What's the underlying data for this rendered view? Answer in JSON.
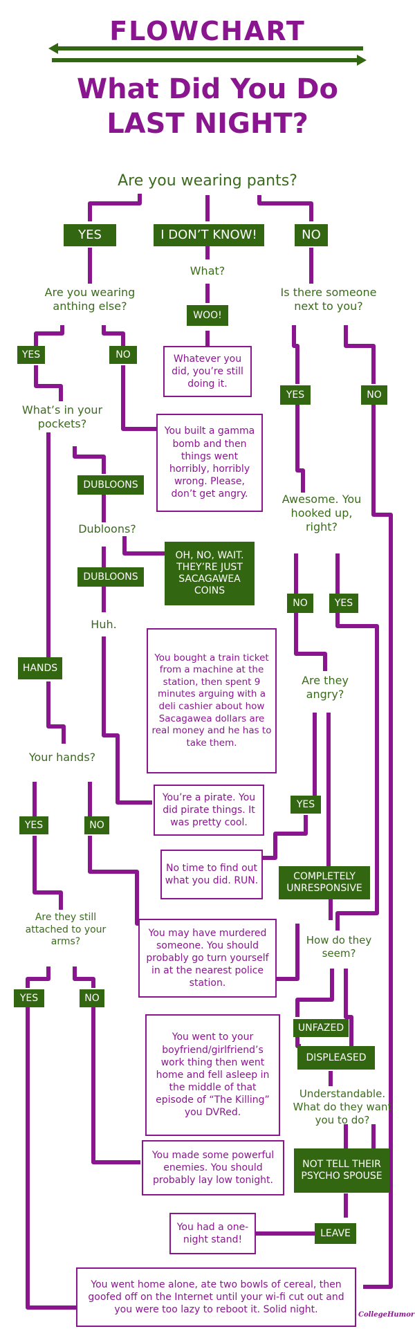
{
  "header": {
    "title": "FLOWCHART",
    "subtitle_line1": "What Did You Do",
    "subtitle_line2": "LAST NIGHT?"
  },
  "questions": {
    "pants": "Are you wearing pants?",
    "what": "What?",
    "wearing_else": "Are you wearing anthing else?",
    "someone_next": "Is there someone next to you?",
    "pockets": "What’s in your pockets?",
    "dubloons_q": "Dubloons?",
    "huh": "Huh.",
    "awesome": "Awesome. You hooked up, right?",
    "angry": "Are they angry?",
    "your_hands": "Your hands?",
    "attached": "Are they still attached to your arms?",
    "seem": "How do they seem?",
    "understandable": "Understandable. What do they want you to do?"
  },
  "labels": {
    "yes_pants": "YES",
    "dont_know": "I DON’T KNOW!",
    "no_pants": "NO",
    "woo": "WOO!",
    "yes_else": "YES",
    "no_else": "NO",
    "yes_next": "YES",
    "no_next": "NO",
    "dubloons1": "DUBLOONS",
    "dubloons2": "DUBLOONS",
    "hands": "HANDS",
    "no_hooked": "NO",
    "yes_hooked": "YES",
    "yes_angry": "YES",
    "unresponsive": "COMPLETELY UNRESPONSIVE",
    "yes_hands": "YES",
    "no_hands": "NO",
    "yes_attached": "YES",
    "no_attached": "NO",
    "unfazed": "UNFAZED",
    "displeased": "DISPLEASED",
    "psycho": "NOT TELL THEIR PSYCHO SPOUSE",
    "leave": "LEAVE",
    "sacagawea": "OH, NO, WAIT. THEY’RE JUST SACAGAWEA COINS"
  },
  "outcomes": {
    "still_doing": "Whatever you did, you’re still doing it.",
    "gamma": "You built a gamma bomb and then things went horribly, horribly wrong. Please, don’t get angry.",
    "train": "You bought a train ticket from a machine at the station, then spent 9 minutes arguing with a deli cashier about how Sacagawea dollars are real money and he has to take them.",
    "pirate": "You’re a pirate. You did pirate things. It was pretty cool.",
    "no_time": "No time to find out what you did. RUN.",
    "murdered": "You may have murdered someone. You should probably go turn yourself in at the nearest police station.",
    "boyfriend": "You went to your boyfriend/girlfriend’s work thing then went home and fell asleep in the middle of that episode of “The Killing” you DVRed.",
    "enemies": "You made some powerful enemies. You should probably lay low tonight.",
    "one_night": "You had a one-night stand!",
    "home_alone": "You went home alone, ate two bowls of cereal, then goofed off on the Internet until your wi-fi cut out and you were too lazy to reboot it. Solid night."
  },
  "watermark": "CollegeHumor",
  "colors": {
    "purple": "#8a168f",
    "green": "#336611",
    "question_green": "#3a6b1c"
  }
}
